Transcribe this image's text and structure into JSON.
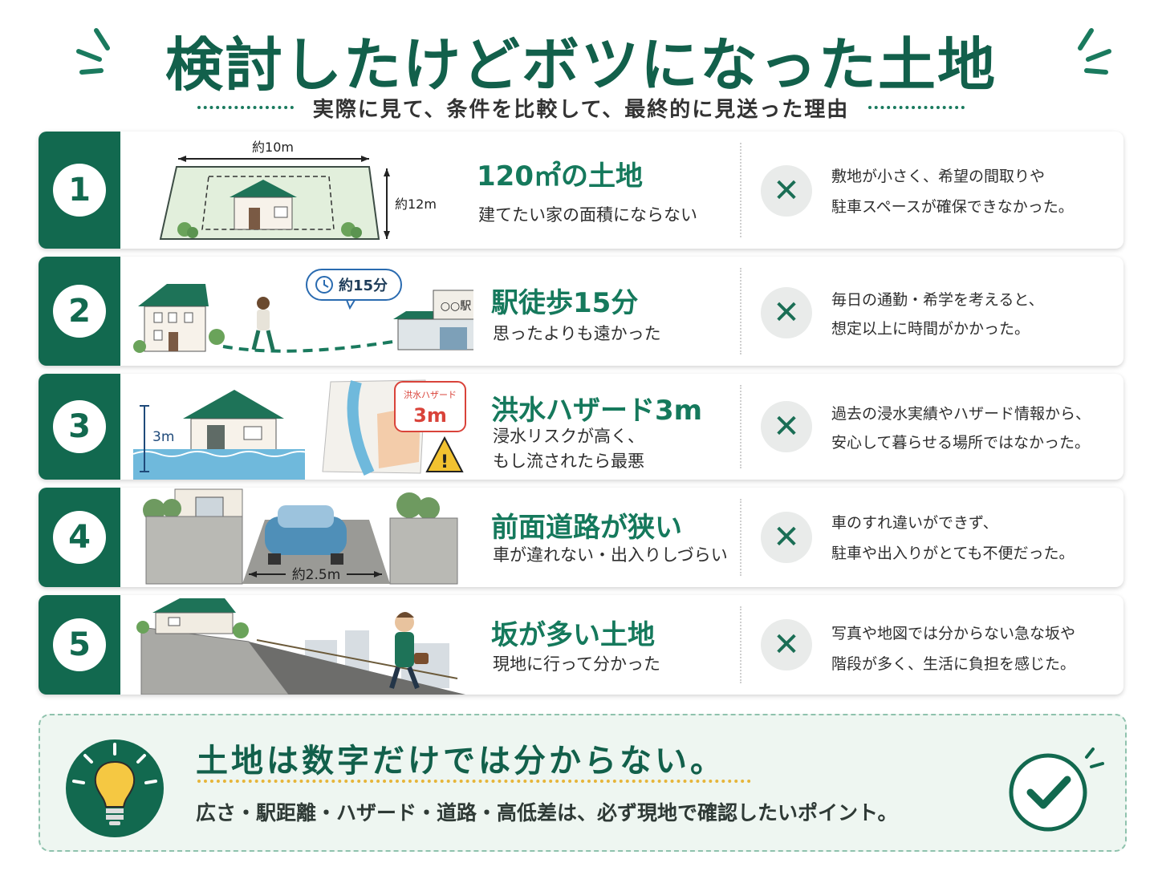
{
  "title": "検討したけどボツになった土地",
  "subtitle": "実際に見て、条件を比較して、最終的に見送った理由",
  "colors": {
    "primary": "#12694f",
    "accent_yellow": "#e6b53a",
    "summary_bg": "#eef6f1"
  },
  "items": [
    {
      "number": "1",
      "head": "120㎡の土地",
      "sub1": "建てたい家の面積にならない",
      "sub2": "",
      "reason1": "敷地が小さく、希望の間取りや",
      "reason2": "駐車スペースが確保できなかった。",
      "illus": {
        "width_label": "約10m",
        "depth_label": "約12m"
      },
      "icon": "close-icon"
    },
    {
      "number": "2",
      "head": "駅徒歩15分",
      "sub1": "思ったよりも遠かった",
      "sub2": "",
      "reason1": "毎日の通勤・希学を考えると、",
      "reason2": "想定以上に時間がかかった。",
      "illus": {
        "time_label": "約15分",
        "station_label": "○○駅"
      },
      "icon": "close-icon"
    },
    {
      "number": "3",
      "head": "洪水ハザード3m",
      "sub1": "浸水リスクが高く、",
      "sub2": "もし流されたら最悪",
      "reason1": "過去の浸水実績やハザード情報から、",
      "reason2": "安心して暮らせる場所ではなかった。",
      "illus": {
        "depth_label": "3m",
        "map_badge_title": "洪水ハザード",
        "map_badge_value": "3m"
      },
      "icon": "close-icon"
    },
    {
      "number": "4",
      "head": "前面道路が狭い",
      "sub1": "車が違れない・出入りしづらい",
      "sub2": "",
      "reason1": "車のすれ違いができず、",
      "reason2": "駐車や出入りがとても不便だった。",
      "illus": {
        "road_width_label": "約2.5m"
      },
      "icon": "close-icon"
    },
    {
      "number": "5",
      "head": "坂が多い土地",
      "sub1": "現地に行って分かった",
      "sub2": "",
      "reason1": "写真や地図では分からない急な坂や",
      "reason2": "階段が多く、生活に負担を感じた。",
      "illus": {},
      "icon": "close-icon"
    }
  ],
  "summary": {
    "head": "土地は数字だけでは分からない。",
    "sub": "広さ・駅距離・ハザード・道路・高低差は、必ず現地で確認したいポイント。",
    "left_icon": "lightbulb-icon",
    "right_icon": "checkmark-icon"
  }
}
